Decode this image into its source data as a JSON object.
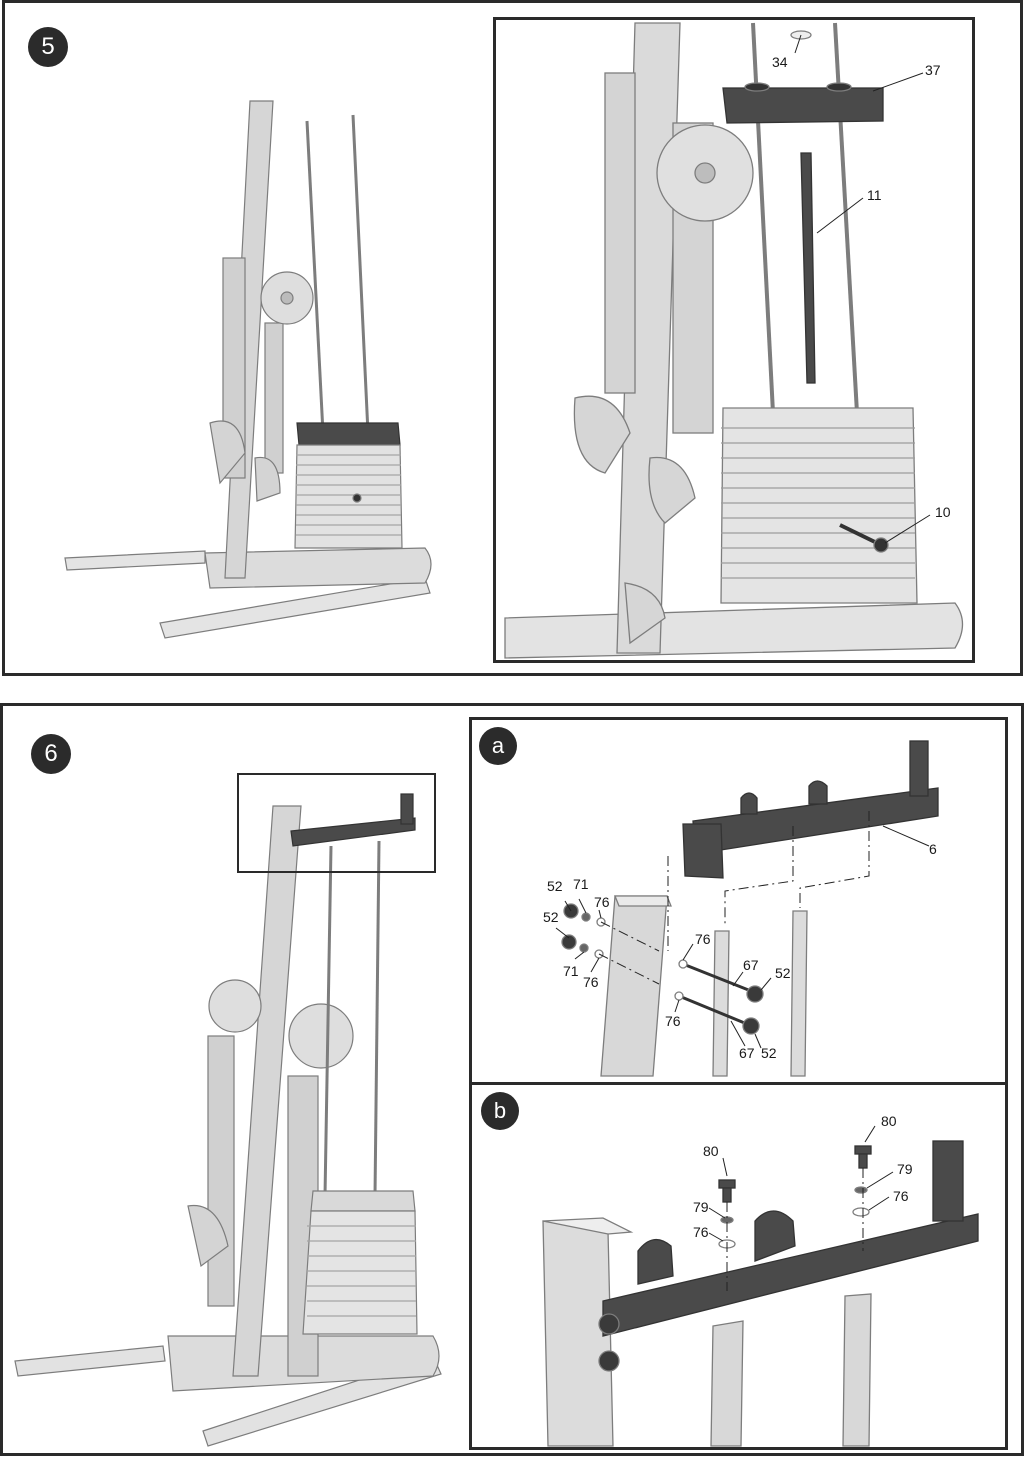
{
  "steps": [
    {
      "number": "5"
    },
    {
      "number": "6"
    }
  ],
  "subpanels": [
    {
      "letter": "a"
    },
    {
      "letter": "b"
    }
  ],
  "step5_callouts": [
    "34",
    "37",
    "11",
    "10"
  ],
  "step6a_callouts": [
    "6",
    "52",
    "71",
    "76",
    "52",
    "71",
    "76",
    "76",
    "67",
    "52",
    "76",
    "67",
    "52"
  ],
  "step6b_callouts": [
    "80",
    "80",
    "79",
    "76",
    "79",
    "76"
  ],
  "colors": {
    "frame": "#d9d9d9",
    "frame_edge": "#8a8a8a",
    "dark_part": "#4a4a4a",
    "panel_border": "#2a2a2a",
    "badge": "#2b2b2b"
  }
}
